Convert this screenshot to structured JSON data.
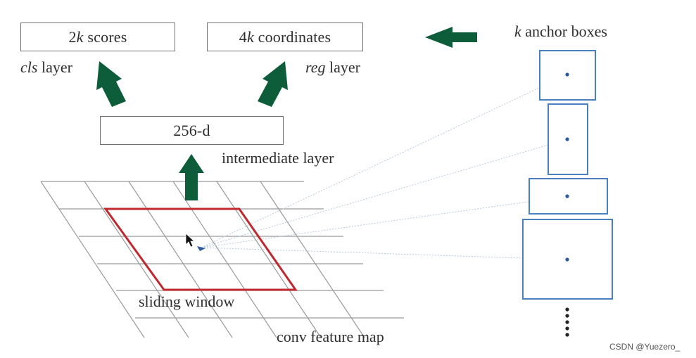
{
  "outputs": {
    "cls_box": "2k scores",
    "reg_box": "4k coordinates",
    "cls_label": "cls layer",
    "reg_label": "reg layer"
  },
  "intermediate": {
    "box": "256-d",
    "label": "intermediate layer"
  },
  "anchors": {
    "label": "k anchor boxes",
    "ellipsis": "⋮"
  },
  "feature_map": {
    "window_label": "sliding window",
    "map_label": "conv feature map"
  },
  "watermark": "CSDN @Yuezero_",
  "colors": {
    "arrow": "#0d5c3a",
    "window": "#c0282f",
    "anchor_box": "#4a7fc0",
    "grid": "#9a9a9a"
  }
}
